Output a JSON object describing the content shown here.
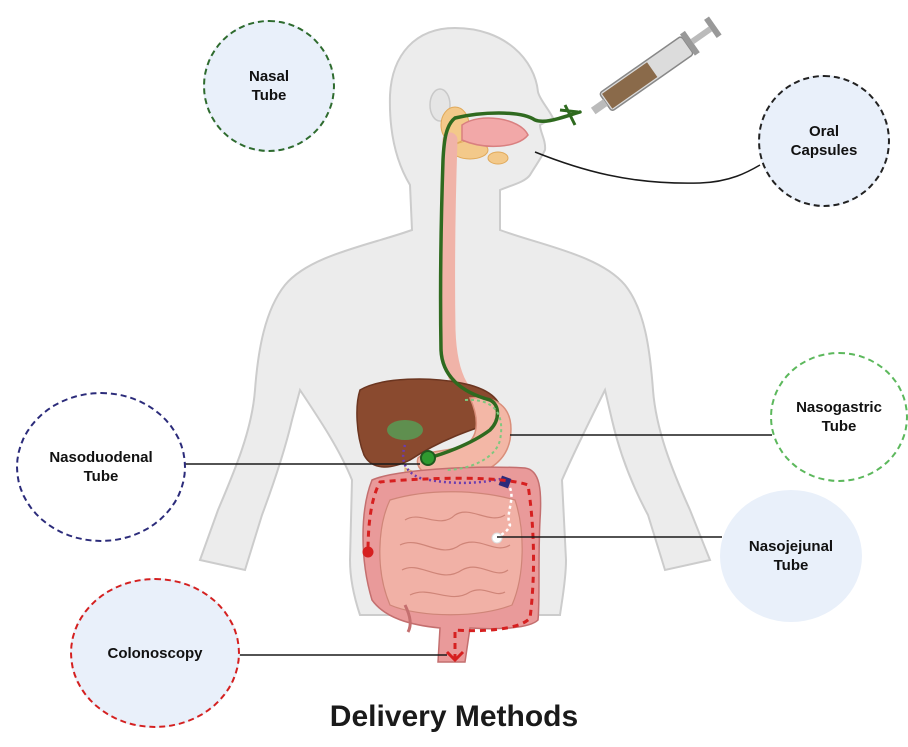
{
  "title": "Delivery Methods",
  "methods": {
    "nasal_tube": "Nasal\nTube",
    "oral_capsules": "Oral\nCapsules",
    "nasoduodenal_tube": "Nasoduodenal\nTube",
    "nasogastric_tube": "Nasogastric\nTube",
    "nasojejunal_tube": "Nasojejunal\nTube",
    "colonoscopy": "Colonoscopy"
  },
  "colors": {
    "nasal_border": "#2e6b2e",
    "oral_border": "#222222",
    "nasoduodenal_border": "#2b2b7a",
    "nasogastric_border": "#5cb85c",
    "nasojejunal_border": "#e9f0fa",
    "colonoscopy_border": "#d42020",
    "tube_green": "#2f6a1f",
    "route_red": "#d62020",
    "bubble_fill": "#e9f0fa"
  }
}
